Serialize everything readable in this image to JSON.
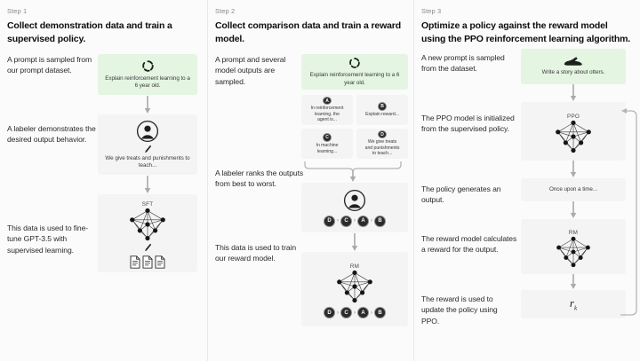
{
  "diagram": {
    "title": "InstructGPT / RLHF three-step training process",
    "colors": {
      "page_background": "#ffffff",
      "column_background": "#fbfbfb",
      "card_background": "#f4f4f4",
      "prompt_card_green": "#e4f5e2",
      "text_primary": "#1a1a1a",
      "text_muted": "#8a8a8a",
      "arrow": "#9a9a9a"
    }
  },
  "steps": [
    {
      "step_label": "Step 1",
      "title": "Collect demonstration data and train a supervised policy.",
      "captions": [
        "A prompt is sampled from our prompt dataset.",
        "A labeler demonstrates the desired output behavior.",
        "This data is used to fine-tune GPT-3.5 with supervised learning."
      ],
      "prompt_card": {
        "icon": "dashed-ring-icon",
        "text": "Explain reinforcement learning to a 6 year old."
      },
      "labeler_card": {
        "icon": "person-circle-icon",
        "pen_icon": "pen-icon",
        "text": "We give treats and punishments to teach..."
      },
      "model_card": {
        "label": "SFT",
        "network_icon": "neural-network-icon",
        "pen_icon": "pen-icon",
        "docs_icon": "documents-icon"
      }
    },
    {
      "step_label": "Step 2",
      "title": "Collect comparison data and train a reward model.",
      "captions": [
        "A prompt and several model outputs are sampled.",
        "A labeler ranks the outputs from best to worst.",
        "This data is used to train our reward model."
      ],
      "prompt_card": {
        "icon": "dashed-ring-icon",
        "text": "Explain reinforcement learning to a 6 year old."
      },
      "outputs": [
        {
          "badge": "A",
          "text": "In reinforcement learning, the agent is..."
        },
        {
          "badge": "B",
          "text": "Explain reward..."
        },
        {
          "badge": "C",
          "text": "In machine learning..."
        },
        {
          "badge": "D",
          "text": "We give treats and punishments to teach..."
        }
      ],
      "ranking_card": {
        "icon": "person-circle-icon",
        "ranking": [
          "D",
          "C",
          "A",
          "B"
        ],
        "separator": "›"
      },
      "reward_model_card": {
        "label": "RM",
        "network_icon": "neural-network-icon",
        "ranking": [
          "D",
          "C",
          "A",
          "B"
        ],
        "separator": "›"
      }
    },
    {
      "step_label": "Step 3",
      "title": "Optimize a policy against the reward model using the PPO reinforcement learning algorithm.",
      "captions": [
        "A new prompt is sampled from the dataset.",
        "The PPO model is initialized from the supervised policy.",
        "The policy generates an output.",
        "The reward model calculates a reward for the output.",
        "The reward is used to update the policy using PPO."
      ],
      "prompt_card": {
        "icon": "otter-icon",
        "text": "Write a story about otters."
      },
      "ppo_card": {
        "label": "PPO",
        "network_icon": "neural-network-icon"
      },
      "output_card": {
        "text": "Once upon a time..."
      },
      "rm_card": {
        "label": "RM",
        "network_icon": "neural-network-icon"
      },
      "reward_card": {
        "symbol": "r",
        "subscript": "k"
      },
      "feedback_loop": "reward-feedback-arrow"
    }
  ]
}
